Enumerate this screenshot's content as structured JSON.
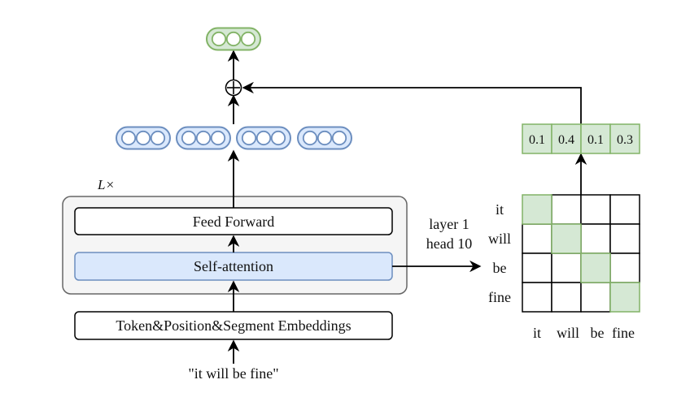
{
  "diagram": {
    "repeat_label": "L×",
    "input_text": "\"it will be fine\"",
    "embedding_label": "Token&Position&Segment Embeddings",
    "self_attention_label": "Self-attention",
    "feed_forward_label": "Feed Forward",
    "layer_label": "layer 1",
    "head_label": "head 10",
    "add_symbol": "+",
    "token_vector_count": 4,
    "units_per_vector": 3,
    "weights": [
      "0.1",
      "0.4",
      "0.1",
      "0.3"
    ],
    "row_tokens": [
      "it",
      "will",
      "be",
      "fine"
    ],
    "col_tokens": [
      "it",
      "will",
      "be",
      "fine"
    ],
    "highlighted_cells": [
      [
        0,
        0
      ],
      [
        1,
        1
      ],
      [
        2,
        2
      ],
      [
        3,
        3
      ]
    ],
    "colors": {
      "vector_fill": "#dae8fc",
      "vector_stroke": "#6c8ebf",
      "output_fill": "#d5e8d4",
      "output_stroke": "#82b366",
      "attention_fill": "#dae8fc",
      "container_fill": "#f5f5f5",
      "container_stroke": "#666666"
    }
  }
}
